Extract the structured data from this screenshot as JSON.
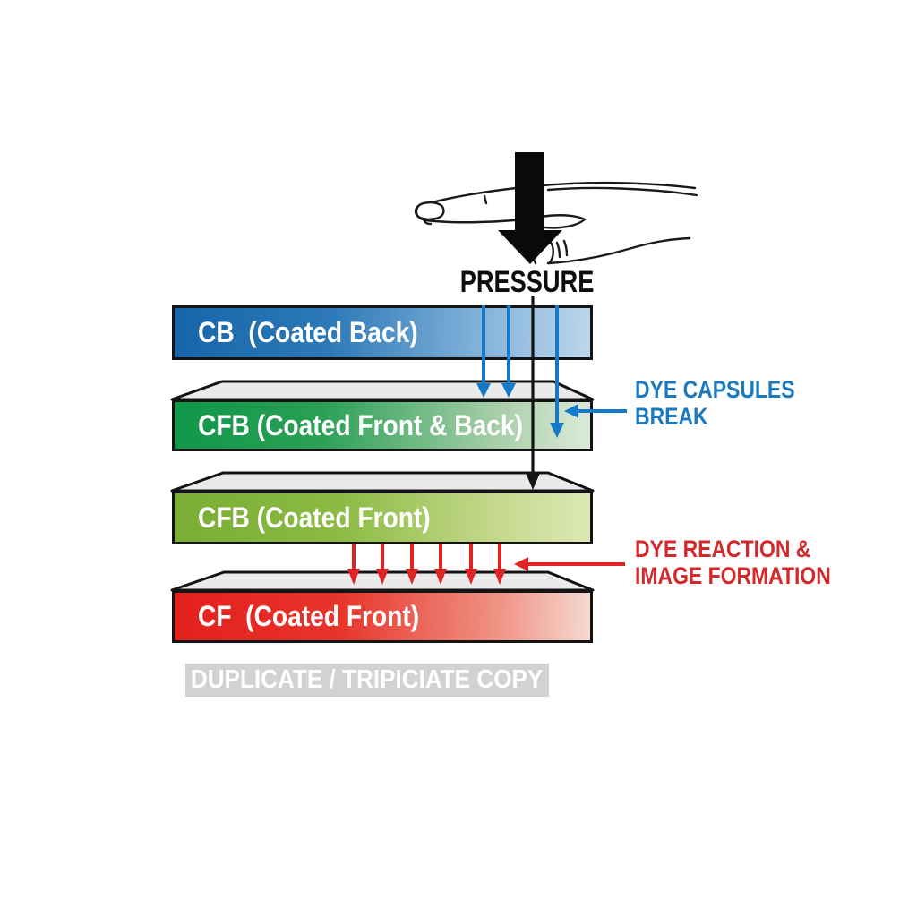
{
  "pressure": {
    "label": "PRESSURE"
  },
  "layers": [
    {
      "label": "CB  (Coated Back)",
      "color_left": "#1765a9",
      "color_right": "#bdd6ec"
    },
    {
      "label": "CFB (Coated Front & Back)",
      "color_left": "#109748",
      "color_right": "#dcead9"
    },
    {
      "label": "CFB (Coated Front)",
      "color_left": "#79ad33",
      "color_right": "#dde8b4"
    },
    {
      "label": "CF  (Coated Front)",
      "color_left": "#e41f1c",
      "color_right": "#f6d9d1"
    }
  ],
  "annotations": {
    "dye_capsules": {
      "line1": "DYE CAPSULES",
      "line2": "BREAK",
      "color": "#1a7abd"
    },
    "dye_reaction": {
      "line1": "DYE REACTION &",
      "line2": "IMAGE FORMATION",
      "color": "#d4292b"
    }
  },
  "footer": {
    "label": "DUPLICATE / TRIPICIATE COPY",
    "background": "#d2d2d2"
  },
  "colors": {
    "pressure_arrow": "#0a0a0a",
    "blue_arrow": "#1678c8",
    "black_arrow": "#141414",
    "red_arrow": "#e02423",
    "layer_top_face": "#eaeaea",
    "outline": "#141414"
  }
}
